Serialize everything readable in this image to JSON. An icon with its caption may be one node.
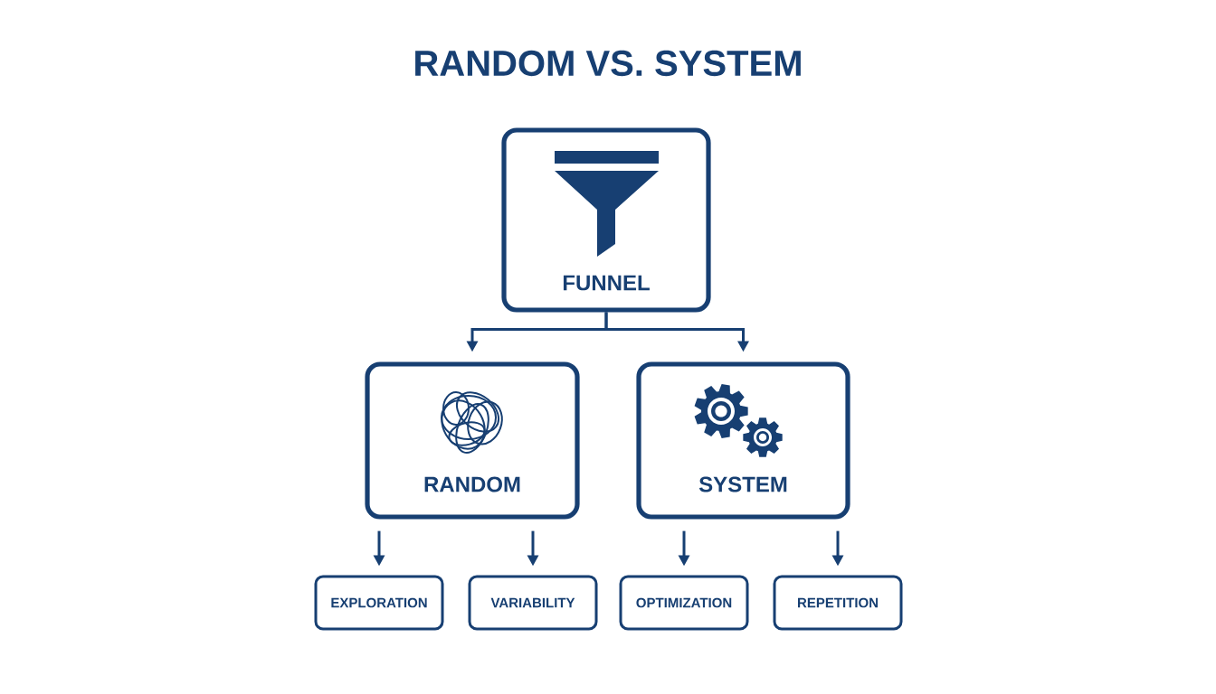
{
  "diagram": {
    "title": "RANDOM VS. SYSTEM",
    "nodes": [
      {
        "text": [
          "FUNNEL"
        ]
      },
      {
        "text": [
          "RANDOM"
        ]
      },
      {
        "text": [
          "SYSTEM"
        ]
      },
      {
        "text": [
          "EXPLORATION"
        ]
      },
      {
        "text": [
          "VARIABILITY"
        ]
      },
      {
        "text": [
          "OPTIMIZATION"
        ]
      },
      {
        "text": [
          "REPETITION"
        ]
      }
    ],
    "edges": [
      {
        "from": 0,
        "to": 1,
        "arrow": "to"
      },
      {
        "from": 0,
        "to": 2,
        "arrow": "to"
      },
      {
        "from": 1,
        "to": 3,
        "arrow": "to"
      },
      {
        "from": 1,
        "to": 4,
        "arrow": "to"
      },
      {
        "from": 2,
        "to": 5,
        "arrow": "to"
      },
      {
        "from": 2,
        "to": 6,
        "arrow": "to"
      }
    ]
  }
}
